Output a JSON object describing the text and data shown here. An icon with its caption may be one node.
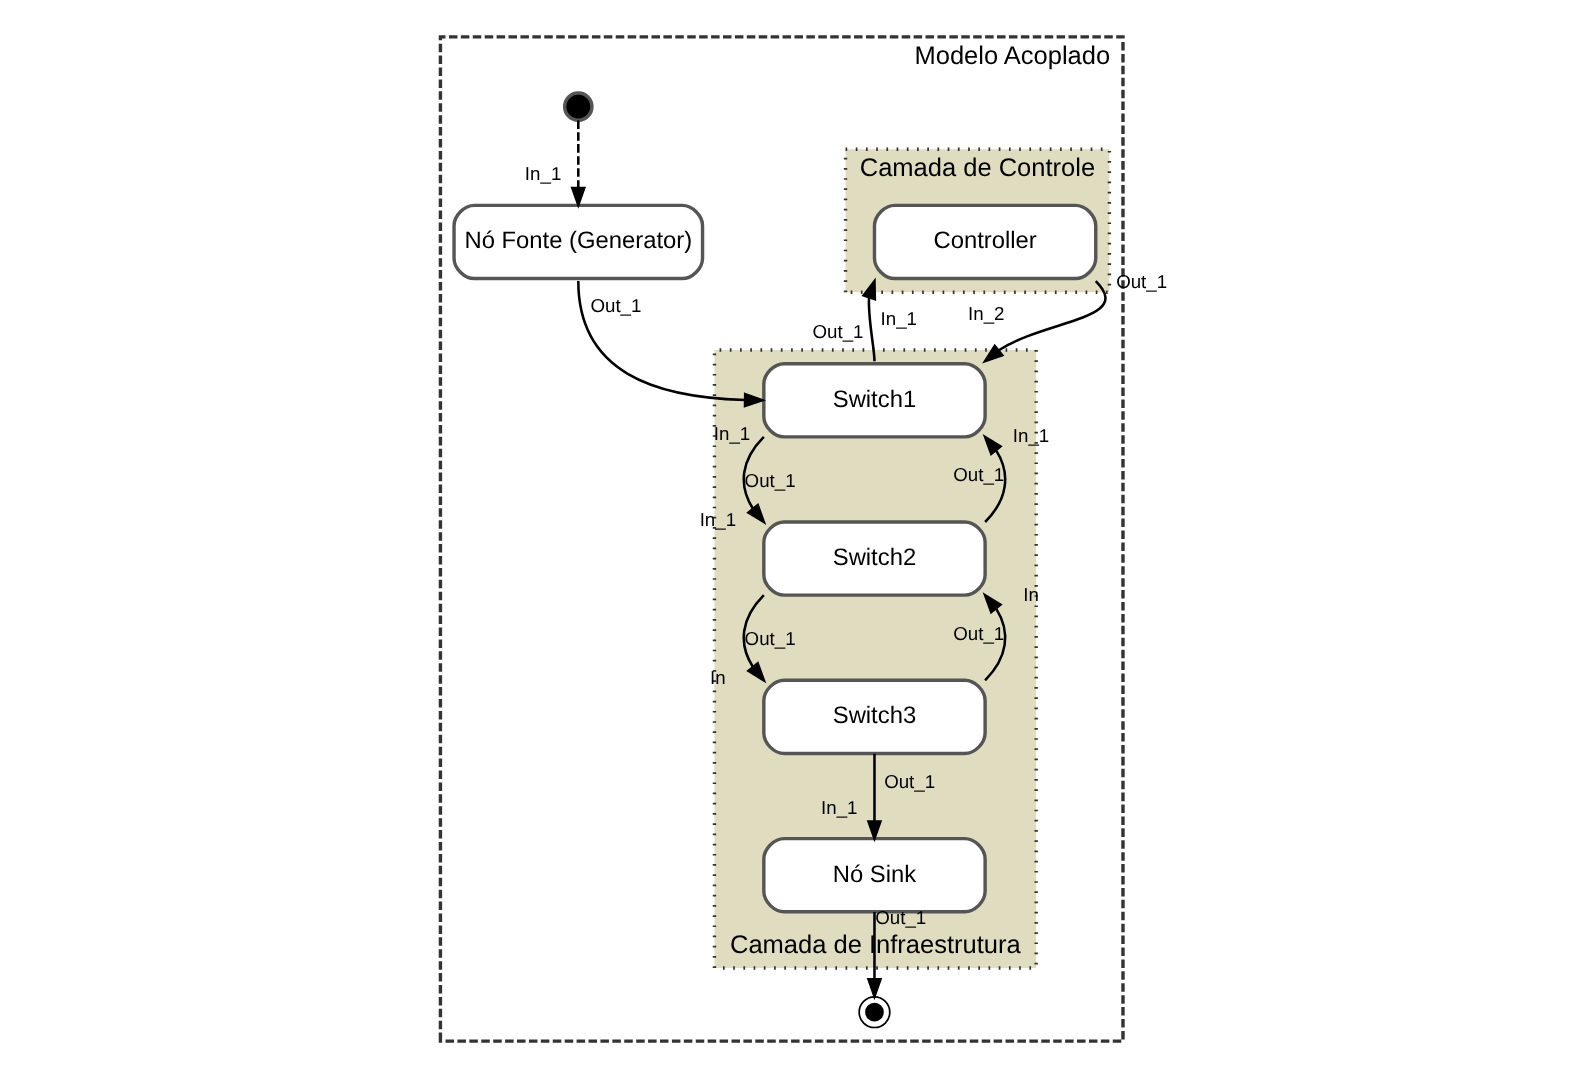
{
  "diagram": {
    "nodes": [
      {
        "text": [
          "Modelo Acoplado"
        ]
      },
      {
        "text": [
          "Camada de Controle"
        ],
        "in": 0
      },
      {
        "text": [
          "Controller"
        ],
        "in": 1,
        "beside": [
          "In_1",
          "Out_1"
        ]
      },
      {
        "text": [],
        "shape": "circle",
        "in": 0
      },
      {
        "text": [
          "Nó Fonte (Generator)"
        ],
        "in": 0,
        "beside": [
          "In_1",
          "Out_1"
        ]
      },
      {
        "text": [
          "Camada de Infraestrutura"
        ],
        "in": 0
      },
      {
        "text": [
          "Switch1"
        ],
        "in": 5,
        "beside": [
          "In_1",
          "Out_1",
          "In_2",
          "Out_1",
          "In_1"
        ]
      },
      {
        "text": [
          "Switch2"
        ],
        "in": 5,
        "beside": [
          "In_1",
          "Out_1",
          "In",
          "Out_1"
        ]
      },
      {
        "text": [
          "Switch3"
        ],
        "in": 5,
        "beside": [
          "Out_1",
          "In",
          "Out_1"
        ]
      },
      {
        "text": [
          "Nó Sink"
        ],
        "in": 5,
        "beside": [
          "In_1",
          "Out_1"
        ]
      },
      {
        "text": [],
        "shape": "circle",
        "in": 0
      }
    ],
    "edges": [
      {
        "from": 3,
        "to": 4,
        "arrow": "to",
        "style": "dashed"
      },
      {
        "from": 4,
        "to": 6,
        "arrow": "to"
      },
      {
        "from": 6,
        "to": 2,
        "arrow": "to"
      },
      {
        "from": 2,
        "to": 6,
        "arrow": "to"
      },
      {
        "from": 6,
        "to": 7,
        "arrow": "to"
      },
      {
        "from": 7,
        "to": 6,
        "arrow": "to"
      },
      {
        "from": 8,
        "to": 7,
        "arrow": "to"
      },
      {
        "from": 7,
        "to": 8,
        "arrow": "to"
      },
      {
        "from": 8,
        "to": 9,
        "arrow": "to"
      },
      {
        "from": 9,
        "to": 10,
        "arrow": "to"
      }
    ]
  }
}
